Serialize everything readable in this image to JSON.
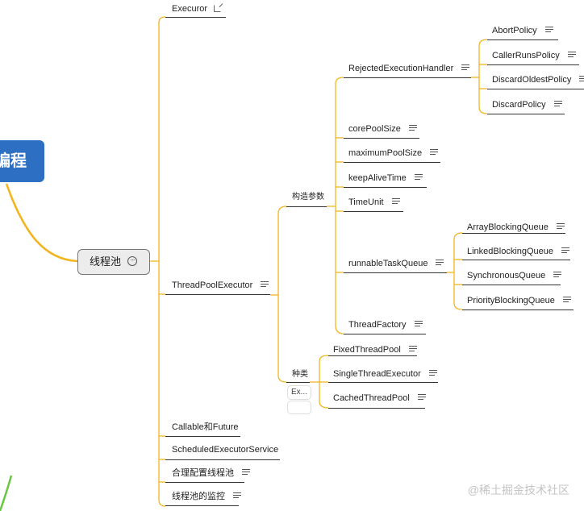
{
  "root_title": "编程",
  "center_label": "线程池",
  "center_more_glyph": "···",
  "l1": {
    "executor": "Execuror",
    "threadpoolexecutor": "ThreadPoolExecutor",
    "callable": "Callable和Future",
    "scheduled": "ScheduledExecutorService",
    "config": "合理配置线程池",
    "monitor": "线程池的监控"
  },
  "l2": {
    "params": "构造参数",
    "kinds": "种类"
  },
  "params": {
    "handler": "RejectedExecutionHandler",
    "core": "corePoolSize",
    "max": "maximumPoolSize",
    "keepalive": "keepAliveTime",
    "timeunit": "TimeUnit",
    "queue": "runnableTaskQueue",
    "factory": "ThreadFactory"
  },
  "policies": {
    "abort": "AbortPolicy",
    "callerruns": "CallerRunsPolicy",
    "discardoldest": "DiscardOldestPolicy",
    "discard": "DiscardPolicy"
  },
  "queues": {
    "array": "ArrayBlockingQueue",
    "linked": "LinkedBlockingQueue",
    "sync": "SynchronousQueue",
    "priority": "PriorityBlockingQueue"
  },
  "kinds": {
    "fixed": "FixedThreadPool",
    "single": "SingleThreadExecutor",
    "cached": "CachedThreadPool"
  },
  "mini_label": "Ex...",
  "watermark": "@稀土掘金技术社区",
  "colors": {
    "root_bg": "#2d6fc2",
    "connector": "#f2b51f",
    "accent_green": "#6cc644"
  },
  "icons": [
    "note-icon",
    "external-link-icon",
    "more-icon"
  ]
}
